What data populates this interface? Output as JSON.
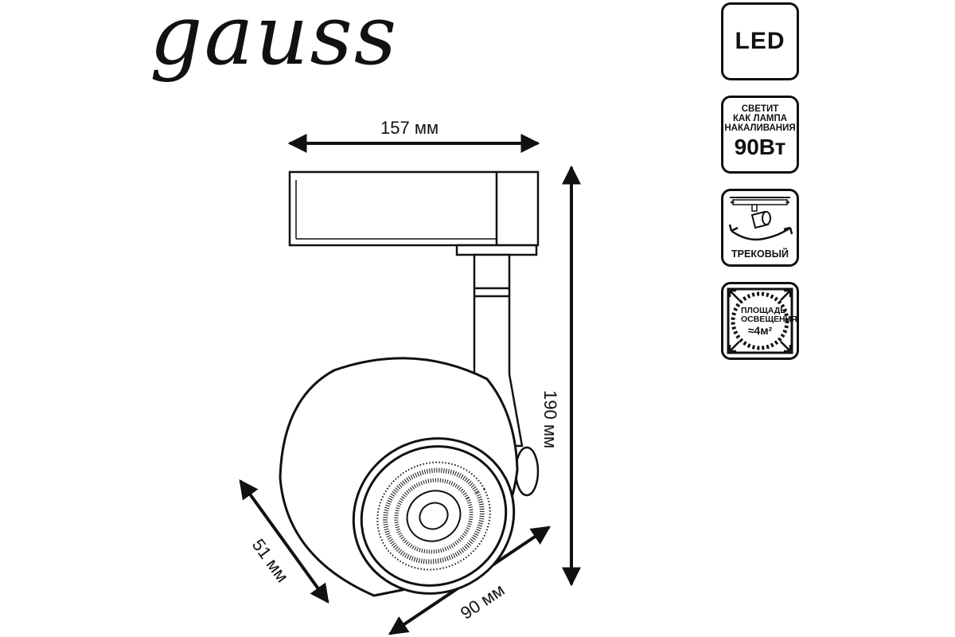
{
  "brand": {
    "logo_text": "gauss"
  },
  "badges": {
    "led": {
      "label": "LED"
    },
    "equivalent": {
      "line1": "СВЕТИТ",
      "line2": "КАК ЛАМПА",
      "line3": "НАКАЛИВАНИЯ",
      "value": "90Вт"
    },
    "type": {
      "label": "ТРЕКОВЫЙ"
    },
    "area": {
      "line1": "ПЛОЩАДЬ",
      "line2": "ОСВЕЩЕНИЯ",
      "value": "≈4м²"
    }
  },
  "dimensions": {
    "width": "157 мм",
    "height": "190 мм",
    "depth": "51 мм",
    "diameter": "90 мм"
  },
  "colors": {
    "line": "#111111",
    "background": "#ffffff"
  }
}
